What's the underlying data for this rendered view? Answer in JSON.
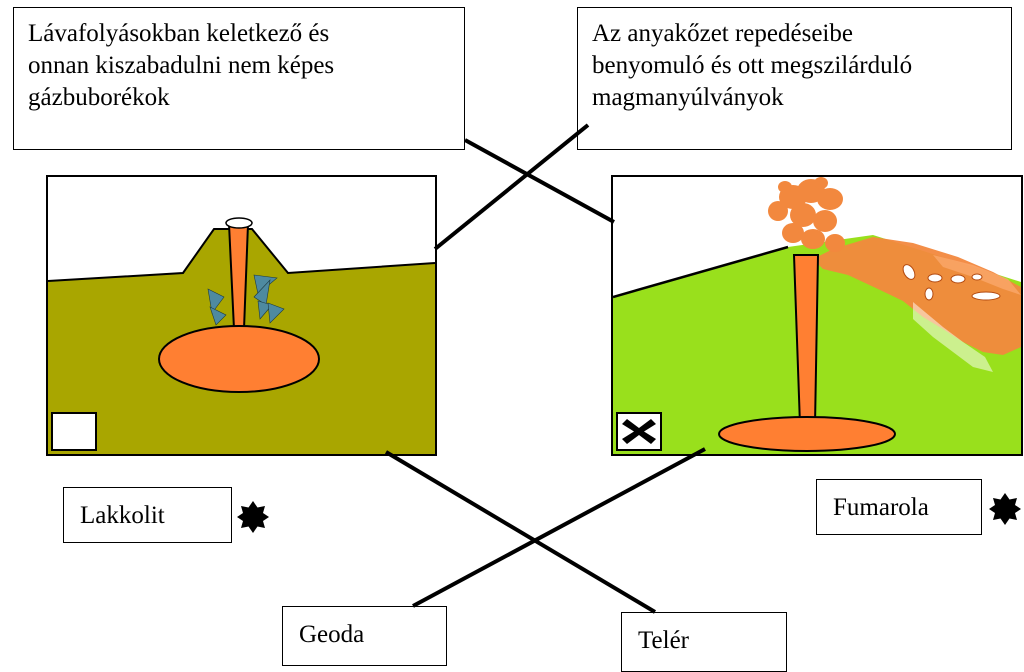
{
  "descriptions": {
    "gas_bubbles": "Lávafolyásokban keletkező és\nonnan kiszabadulni nem képes\ngázbuborékok",
    "magma_sheets": "Az anyakőzet repedéseibe\nbenyomuló és ott megszilárduló\nmagmanyúlványok"
  },
  "labels": {
    "lakkolit": "Lakkolit",
    "fumarola": "Fumarola",
    "geoda": "Geoda",
    "teler": "Telér"
  },
  "checkboxes": {
    "left_panel_checked": false,
    "right_panel_checked": true
  },
  "colors": {
    "left_ground": "#a9a600",
    "right_ground": "#99e01c",
    "magma": "#ff7f32",
    "crystals": "#4e8aa0",
    "eruption": "#f2883e"
  }
}
